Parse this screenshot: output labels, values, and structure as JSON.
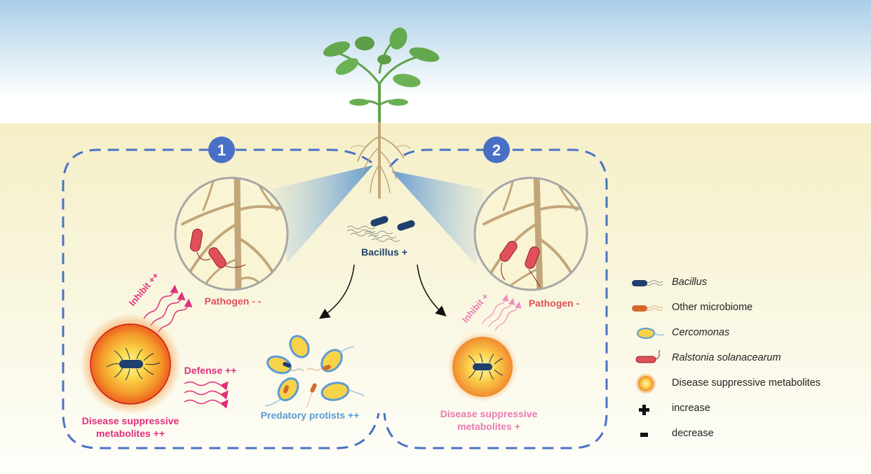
{
  "figure": {
    "panels": [
      {
        "number": "1",
        "pathogen_label": "Pathogen - -",
        "inhibit_label": "Inhibit ++",
        "defense_label": "Defense ++",
        "metabolites_label_line1": "Disease suppressive",
        "metabolites_label_line2": "metabolites ++",
        "protists_label": "Predatory protists ++"
      },
      {
        "number": "2",
        "pathogen_label": "Pathogen -",
        "inhibit_label": "Inhibit +",
        "metabolites_label_line1": "Disease suppressive",
        "metabolites_label_line2": "metabolites +"
      }
    ],
    "center_label": "Bacillus +"
  },
  "legend": {
    "items": [
      {
        "icon": "bacillus-icon",
        "label": "Bacillus",
        "italic": true
      },
      {
        "icon": "other-microbiome-icon",
        "label": "Other microbiome",
        "italic": false
      },
      {
        "icon": "cercomonas-icon",
        "label": "Cercomonas",
        "italic": true
      },
      {
        "icon": "ralstonia-icon",
        "label": "Ralstonia solanacearum",
        "italic": true
      },
      {
        "icon": "metabolites-icon",
        "label": "Disease suppressive metabolites",
        "italic": false
      },
      {
        "icon": "plus-icon",
        "label": "increase",
        "italic": false
      },
      {
        "icon": "minus-icon",
        "label": "decrease",
        "italic": false
      }
    ]
  },
  "colors": {
    "dash_blue": "#4a72c4",
    "badge_blue": "#4a6fc7",
    "magenta": "#e0307a",
    "pink": "#ea7bb0",
    "pathogen_red": "#e0505a",
    "protist_blue": "#5b9bd5",
    "bacillus_navy": "#1f3f6e",
    "root_tan": "#c2a67a",
    "leaf_green": "#5fa34a"
  }
}
